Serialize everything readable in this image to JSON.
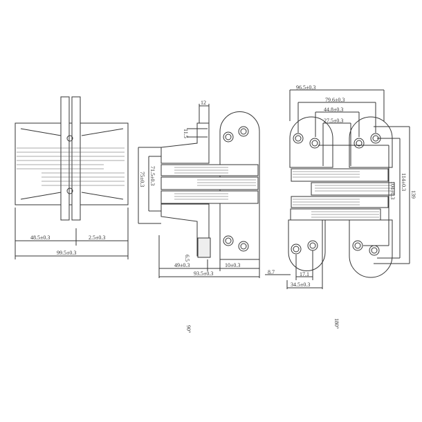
{
  "views": {
    "side": {
      "dims": [
        "48.5±0.3",
        "2.5±0.3",
        "99.5±0.3"
      ]
    },
    "open_90": {
      "dims": [
        "12",
        "11.5",
        "71.5±0.3",
        "75±0.3",
        "6.5",
        "49±0.3",
        "10±0.3",
        "93.5±0.3"
      ],
      "angle": "90°"
    },
    "open_180": {
      "dims": [
        "96.5±0.3",
        "79.6±0.3",
        "44.8±0.3",
        "27.5±0.3",
        "104±0.3",
        "114±0.3",
        "139",
        "8.7",
        "17.1",
        "34.5±0.3"
      ],
      "angle": "180°"
    }
  },
  "colors": {
    "line": "#333333",
    "background": "#ffffff"
  }
}
